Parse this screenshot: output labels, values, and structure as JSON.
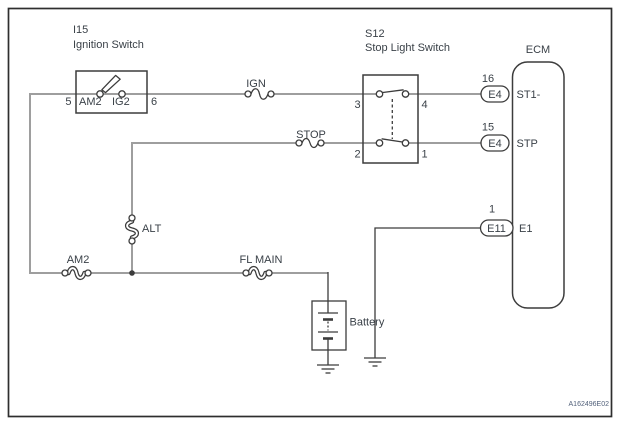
{
  "diagram": {
    "figure_id": "A162496E02",
    "ignition_switch": {
      "ref": "I15",
      "name": "Ignition Switch",
      "pin_left": "5",
      "pin_right": "6",
      "terminal_left": "AM2",
      "terminal_right": "IG2"
    },
    "stop_light_switch": {
      "ref": "S12",
      "name": "Stop Light Switch",
      "pin_top_left": "3",
      "pin_top_right": "4",
      "pin_bottom_left": "2",
      "pin_bottom_right": "1"
    },
    "ecm": {
      "label": "ECM",
      "pins": [
        {
          "pin": "16",
          "connector": "E4",
          "terminal": "ST1-"
        },
        {
          "pin": "15",
          "connector": "E4",
          "terminal": "STP"
        },
        {
          "pin": "1",
          "connector": "E11",
          "terminal": "E1"
        }
      ]
    },
    "fuses": {
      "ign": "IGN",
      "stop": "STOP",
      "alt": "ALT",
      "am2": "AM2",
      "fl_main": "FL MAIN"
    },
    "battery_label": "Battery",
    "colors": {
      "wire_gray": "#9e9e9e",
      "stroke_dark": "#3c3c3c",
      "text": "#3a4148",
      "figure_id_color": "#51607a"
    }
  }
}
